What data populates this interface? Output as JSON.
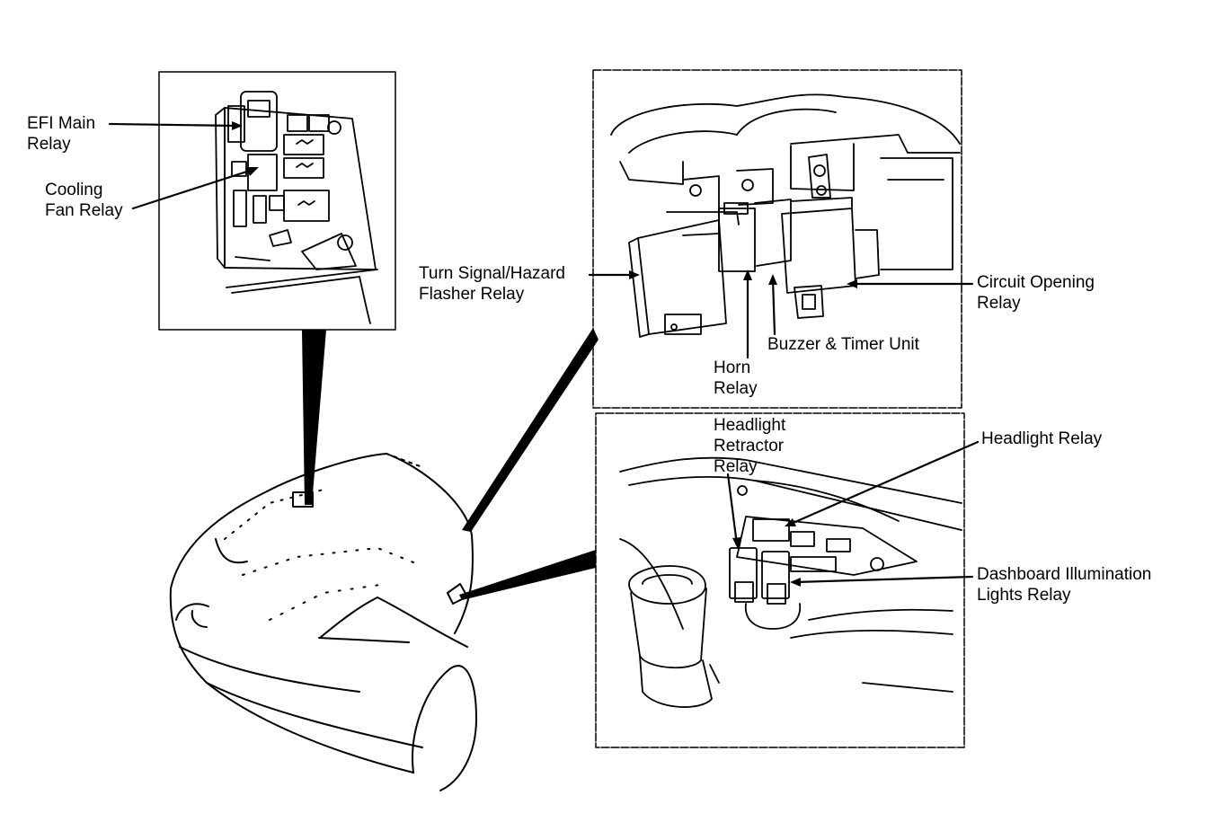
{
  "labels": {
    "efi_main_relay": [
      "EFI Main",
      "Relay"
    ],
    "cooling_fan_relay": [
      "Cooling",
      "Fan Relay"
    ],
    "turn_signal_flasher_relay": [
      "Turn Signal/Hazard",
      "Flasher Relay"
    ],
    "circuit_opening_relay": [
      "Circuit Opening",
      "Relay"
    ],
    "buzzer_timer_unit": [
      "Buzzer & Timer Unit"
    ],
    "horn_relay": [
      "Horn",
      "Relay"
    ],
    "headlight_retractor_relay": [
      "Headlight",
      "Retractor",
      "Relay"
    ],
    "headlight_relay": [
      "Headlight Relay"
    ],
    "dashboard_illumination_relay": [
      "Dashboard Illumination",
      "Lights Relay"
    ]
  },
  "colors": {
    "ink": "#000000",
    "paper": "#ffffff"
  }
}
